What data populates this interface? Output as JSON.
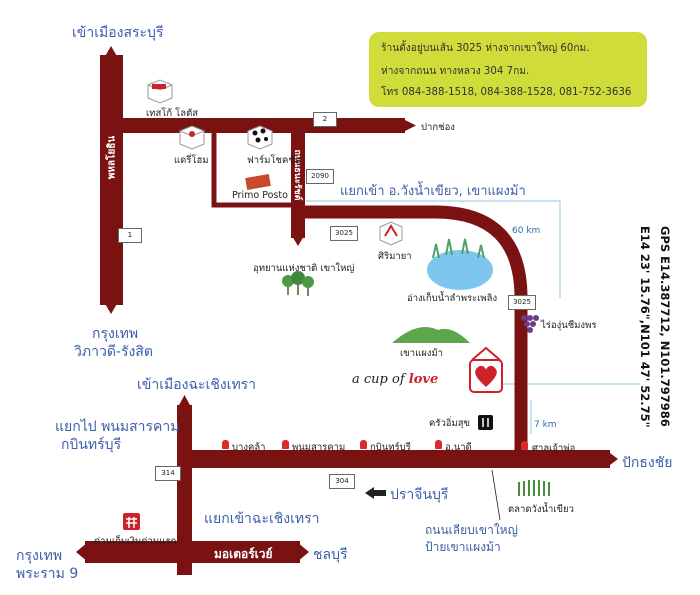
{
  "info": {
    "line1": "ร้านตั้งอยู่บนเส้น 3025 ห่างจากเขาใหญ่ 60กม.",
    "line2": "ห่างจากถนน ทางหลวง 304 7กม.",
    "line3": "โทร 084-388-1518, 084-388-1528, 081-752-3636"
  },
  "gps": {
    "line1": "GPS E14.387712, N101.797986",
    "line2": "E14 23' 15.76\",N101 47' 52.75\""
  },
  "brand": {
    "prefix": "a cup of",
    "love": "love"
  },
  "roads": {
    "phahonyothin": "พหลโยธิน",
    "thanarat": "ถนนธนะรัชต์",
    "motorway": "มอเตอร์เวย์"
  },
  "shields": {
    "r2": "2",
    "r1": "1",
    "r2090": "2090",
    "r3025a": "3025",
    "r3025b": "3025",
    "r304": "304",
    "r314": "314"
  },
  "distances": {
    "d60": "60 km",
    "d7": "7 km"
  },
  "places": {
    "to_saraburi": "เข้าเมืองสระบุรี",
    "bangkok_vibhavadi_1": "กรุงเทพ",
    "bangkok_vibhavadi_2": "วิภาวดี-รังสิต",
    "pak_chong": "ปากช่อง",
    "tesco": "เทสโก้ โลตัส",
    "dairy_home": "แดรี่โฮม",
    "chokchai_farm": "ฟาร์มโชคชัย",
    "primo_posto": "Primo Posto",
    "wang_nam_khiao": "แยกเข้า อ.วังน้ำเขียว, เขาแผงม้า",
    "khao_yai_park": "อุทยานแห่งชาติ เขาใหญ่",
    "sirimaya": "ศิริมายา",
    "reservoir": "อ่างเก็บน้ำลำพระเพลิง",
    "vineyard": "ไร่องุ่นชีมงพร",
    "khao_phaeng_ma": "เขาแผงม้า",
    "kitchen": "ครัวอิ่มสุข",
    "shrine": "ศาลเจ้าพ่อ",
    "pak_thong_chai": "ปักธงชัย",
    "to_chachoengsao": "เข้าเมืองฉะเชิงเทรา",
    "to_phanom_1": "แยกไป พนมสารคาม",
    "to_phanom_2": "กบินทร์บุรี",
    "bang_khla": "บางคล้า",
    "phanom_sarakham": "พนมสารคาม",
    "kabin_buri": "กบินทร์บุรี",
    "na_di": "อ.นาดี",
    "prachin_buri": "ปราจีนบุรี",
    "wang_market": "ตลาดวังน้ำเขียว",
    "khao_road_1": "ถนนเลียบเขาใหญ่",
    "khao_road_2": "ป้ายเขาแผงม้า",
    "chachoengsao_junction": "แยกเข้าฉะเชิงเทรา",
    "toll_gate": "ด่านเก็บเงินด่านแรก",
    "bangkok_rama9_1": "กรุงเทพ",
    "bangkok_rama9_2": "พระราม 9",
    "chonburi": "ชลบุรี"
  }
}
